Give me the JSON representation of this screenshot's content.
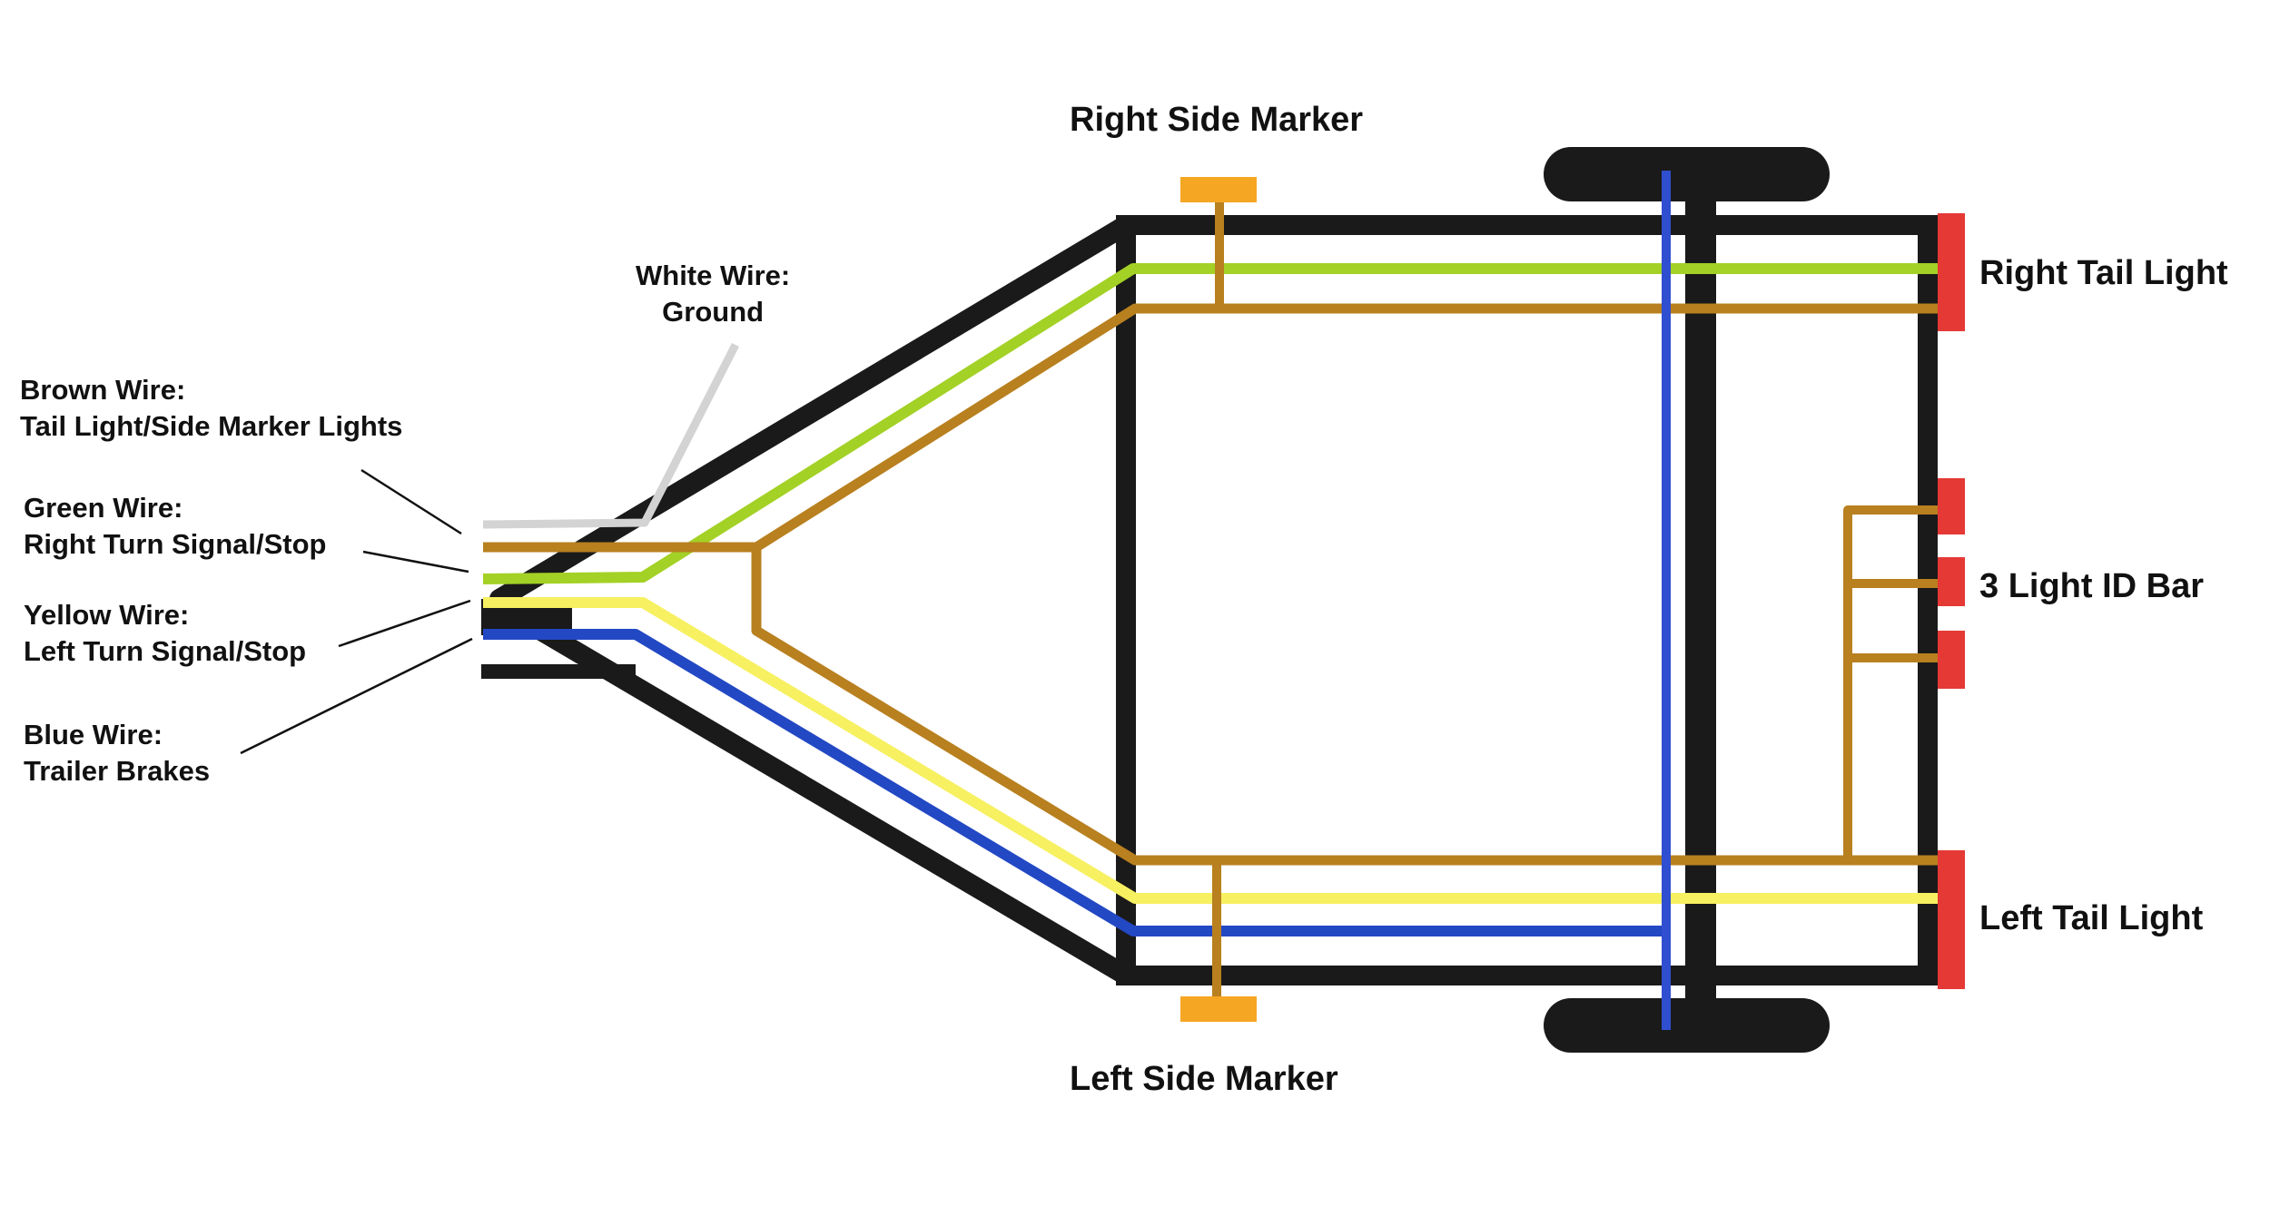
{
  "labels": {
    "right_side_marker": "Right Side Marker",
    "left_side_marker": "Left Side Marker",
    "right_tail_light": "Right Tail Light",
    "left_tail_light": "Left Tail Light",
    "id_bar": "3 Light ID Bar"
  },
  "wires": [
    {
      "key": "white",
      "title": "White Wire:",
      "desc": "Ground",
      "color": "#d3d3d3"
    },
    {
      "key": "brown",
      "title": "Brown Wire:",
      "desc": "Tail Light/Side Marker Lights",
      "color": "#b8801f"
    },
    {
      "key": "green",
      "title": "Green Wire:",
      "desc": "Right Turn Signal/Stop",
      "color": "#a3d125"
    },
    {
      "key": "yellow",
      "title": "Yellow Wire:",
      "desc": "Left Turn Signal/Stop",
      "color": "#f7f061"
    },
    {
      "key": "blue",
      "title": "Blue Wire:",
      "desc": "Trailer Brakes",
      "color": "#2348c4"
    }
  ],
  "colors": {
    "frame": "#1a1a1a",
    "tail_light": "#e53935",
    "side_marker": "#f5a623",
    "axle_wire": "#2f4fd0",
    "lead_blue": "#0a2a9a"
  }
}
